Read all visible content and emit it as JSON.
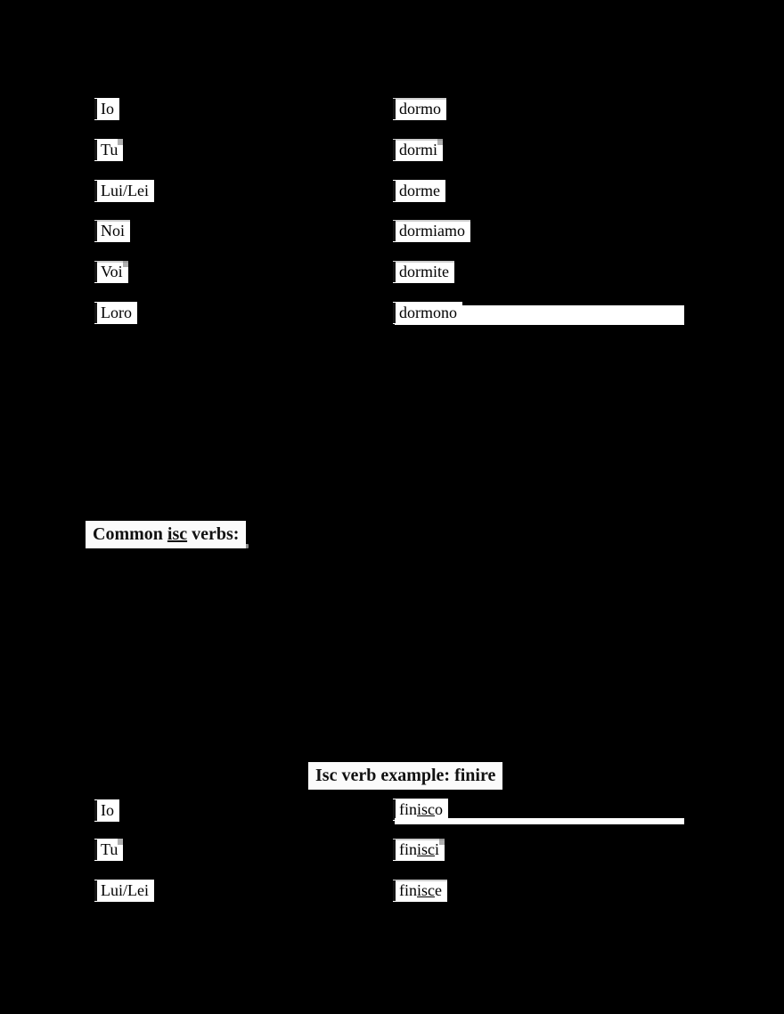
{
  "document": {
    "background_color": "#000000",
    "text_color": "#000000",
    "highlight_color": "#ffffff",
    "heading_bar_color": "#8a8a8a"
  },
  "section_dormire": {
    "rows": [
      {
        "pronoun": "Io",
        "verb": "dormo"
      },
      {
        "pronoun": "Tu",
        "verb": "dormi"
      },
      {
        "pronoun": "Lui/Lei",
        "verb": "dorme"
      },
      {
        "pronoun": "Noi",
        "verb": "dormiamo"
      },
      {
        "pronoun": "Voi",
        "verb": "dormite"
      },
      {
        "pronoun": "Loro",
        "verb": "dormono"
      }
    ]
  },
  "common_isc_heading": {
    "prefix": "Common ",
    "underlined": "isc",
    "suffix": " verbs:"
  },
  "isc_example_heading": {
    "text": "Isc verb example: finire"
  },
  "section_finire": {
    "rows": [
      {
        "pronoun": "Io",
        "stem": "fin",
        "infix": "isc",
        "ending": "o"
      },
      {
        "pronoun": "Tu",
        "stem": "fin",
        "infix": "isc",
        "ending": "i"
      },
      {
        "pronoun": "Lui/Lei",
        "stem": "fin",
        "infix": "isc",
        "ending": "e"
      }
    ]
  }
}
